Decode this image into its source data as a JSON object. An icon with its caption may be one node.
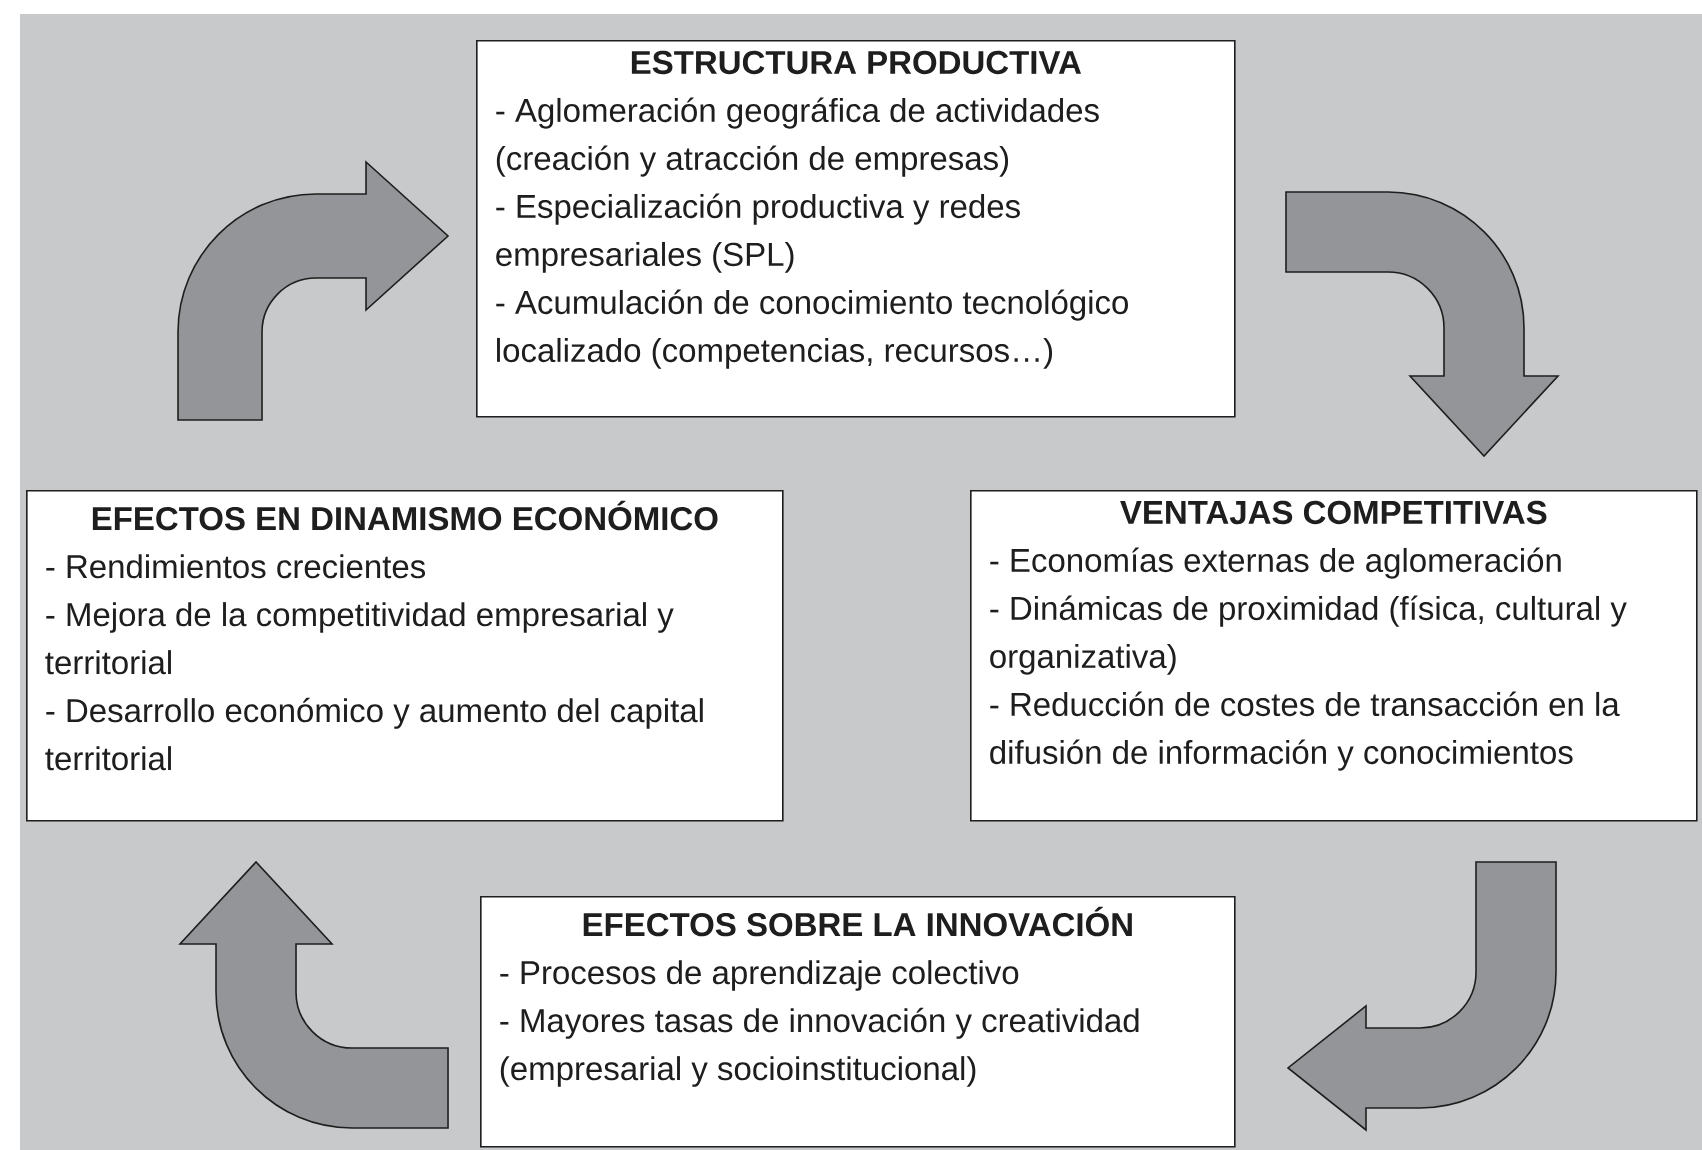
{
  "diagram": {
    "nodes": [
      {
        "text": [
          "ESTRUCTURA PRODUCTIVA",
          "- Aglomeración geográfica de actividades (creación y atracción de empresas)",
          "- Especialización productiva y redes empresariales (SPL)",
          "- Acumulación de conocimiento tecnológico localizado (competencias, recursos…)"
        ]
      },
      {
        "text": [
          "EFECTOS EN DINAMISMO ECONÓMICO",
          "- Rendimientos crecientes",
          "- Mejora de la competitividad empresarial y territorial",
          "- Desarrollo económico y aumento del capital territorial"
        ]
      },
      {
        "text": [
          "VENTAJAS COMPETITIVAS",
          "- Economías externas de aglomeración",
          "- Dinámicas de proximidad (física, cultural y organizativa)",
          "- Reducción de costes de transacción en la difusión de información y conocimientos"
        ]
      },
      {
        "text": [
          "EFECTOS SOBRE LA INNOVACIÓN",
          "- Procesos de aprendizaje colectivo",
          "- Mayores tasas de innovación y creatividad (empresarial y socioinstitucional)"
        ]
      }
    ],
    "edges": [
      {
        "from": 0,
        "to": 2,
        "arrow": "to"
      },
      {
        "from": 2,
        "to": 3,
        "arrow": "to"
      },
      {
        "from": 3,
        "to": 1,
        "arrow": "to"
      },
      {
        "from": 1,
        "to": 0,
        "arrow": "to"
      }
    ]
  }
}
